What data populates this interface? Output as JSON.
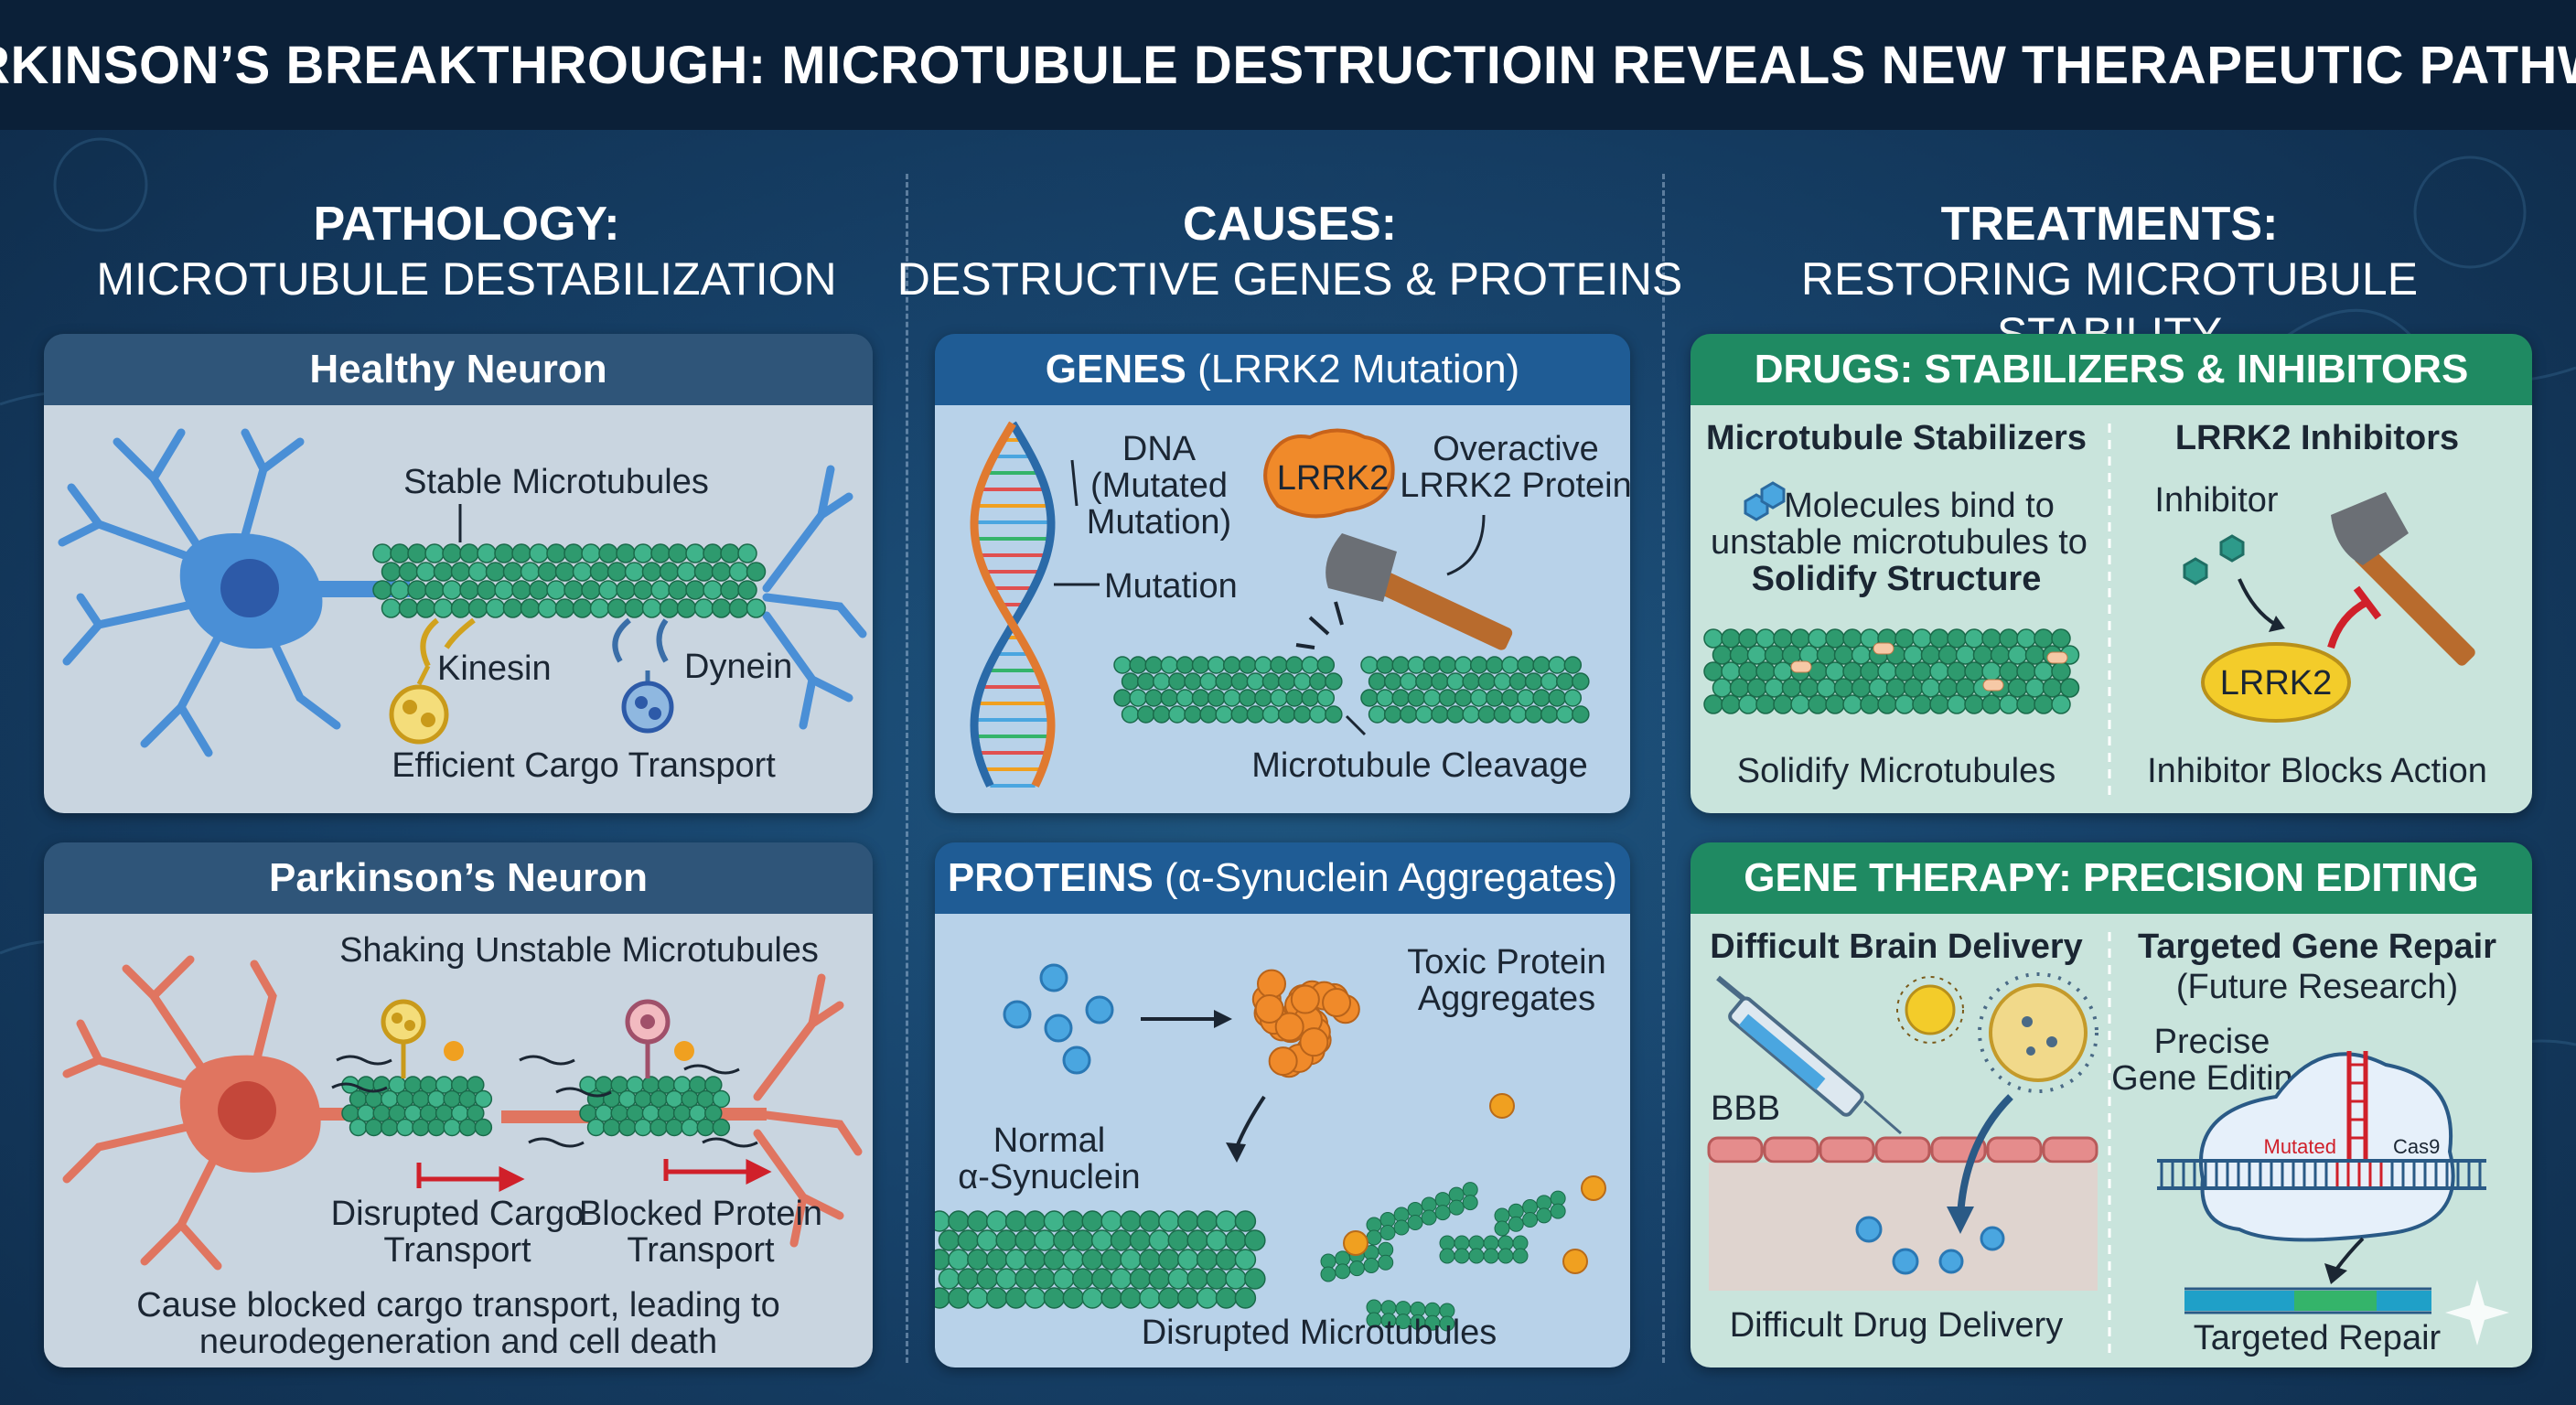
{
  "title": "PARKINSON’S BREAKTHROUGH: MICROTUBULE DESTRUCTIOIN REVEALS NEW THERAPEUTIC PATHWAY",
  "columns": {
    "pathology": {
      "heading": "PATHOLOGY:",
      "subheading": "MICROTUBULE DESTABILIZATION"
    },
    "causes": {
      "heading": "CAUSES:",
      "subheading": "DESTRUCTIVE GENES & PROTEINS"
    },
    "treatments": {
      "heading": "TREATMENTS:",
      "subheading": "RESTORING MICROTUBULE STABILITY"
    }
  },
  "healthy": {
    "title": "Healthy Neuron",
    "stable": "Stable Microtubules",
    "kinesin": "Kinesin",
    "dynein": "Dynein",
    "cargo": "Efficient Cargo Transport"
  },
  "parkinsons": {
    "title": "Parkinson’s Neuron",
    "shaking": "Shaking Unstable Microtubules",
    "disrupted_1": "Disrupted Cargo",
    "disrupted_2": "Transport",
    "blocked_1": "Blocked Protein",
    "blocked_2": "Transport",
    "caption_1": "Cause blocked cargo transport, leading to",
    "caption_2": "neurodegeneration and cell death"
  },
  "genes": {
    "title_bold": "GENES",
    "title_rest": " (LRRK2 Mutation)",
    "dna_1": "DNA",
    "dna_2": "(Mutated",
    "dna_3": "Mutation)",
    "mutation": "Mutation",
    "lrrk2": "LRRK2",
    "overactive_1": "Overactive",
    "overactive_2": "LRRK2 Protein",
    "cleavage": "Microtubule Cleavage"
  },
  "proteins": {
    "title_bold": "PROTEINS",
    "title_rest": " (α-Synuclein Aggregates)",
    "toxic_1": "Toxic Protein",
    "toxic_2": "Aggregates",
    "normal_1": "Normal",
    "normal_2": "α-Synuclein",
    "disrupted": "Disrupted Microtubules"
  },
  "drugs": {
    "title": "DRUGS: STABILIZERS & INHIBITORS",
    "stab_title": "Microtubule Stabilizers",
    "stab_1": "Molecules bind to",
    "stab_2": "unstable microtubules to",
    "stab_3": "Solidify Structure",
    "stab_caption": "Solidify Microtubules",
    "inh_title": "LRRK2 Inhibitors",
    "inhibitor": "Inhibitor",
    "lrrk2": "LRRK2",
    "inh_caption": "Inhibitor Blocks Action"
  },
  "gene_therapy": {
    "title": "GENE THERAPY: PRECISION EDITING",
    "delivery_title": "Difficult Brain Delivery",
    "bbb": "BBB",
    "delivery_caption": "Difficult Drug Delivery",
    "repair_title": "Targeted Gene Repair",
    "repair_sub": "(Future Research)",
    "precise_1": "Precise",
    "precise_2": "Gene Editing",
    "mutated": "Mutated",
    "cas9": "Cas9",
    "repair_caption": "Targeted Repair"
  },
  "colors": {
    "title_bar": "#0b2038",
    "grey_header": "#2f5579",
    "blue_header": "#1f5c95",
    "green_header": "#1f8a62",
    "microtubule": "#2e9a6e",
    "neuron_healthy": "#4a8fd6",
    "neuron_parkinsons": "#e07560",
    "lrrk2_orange": "#f08a2a",
    "inhibitor_red": "#d0202a"
  }
}
